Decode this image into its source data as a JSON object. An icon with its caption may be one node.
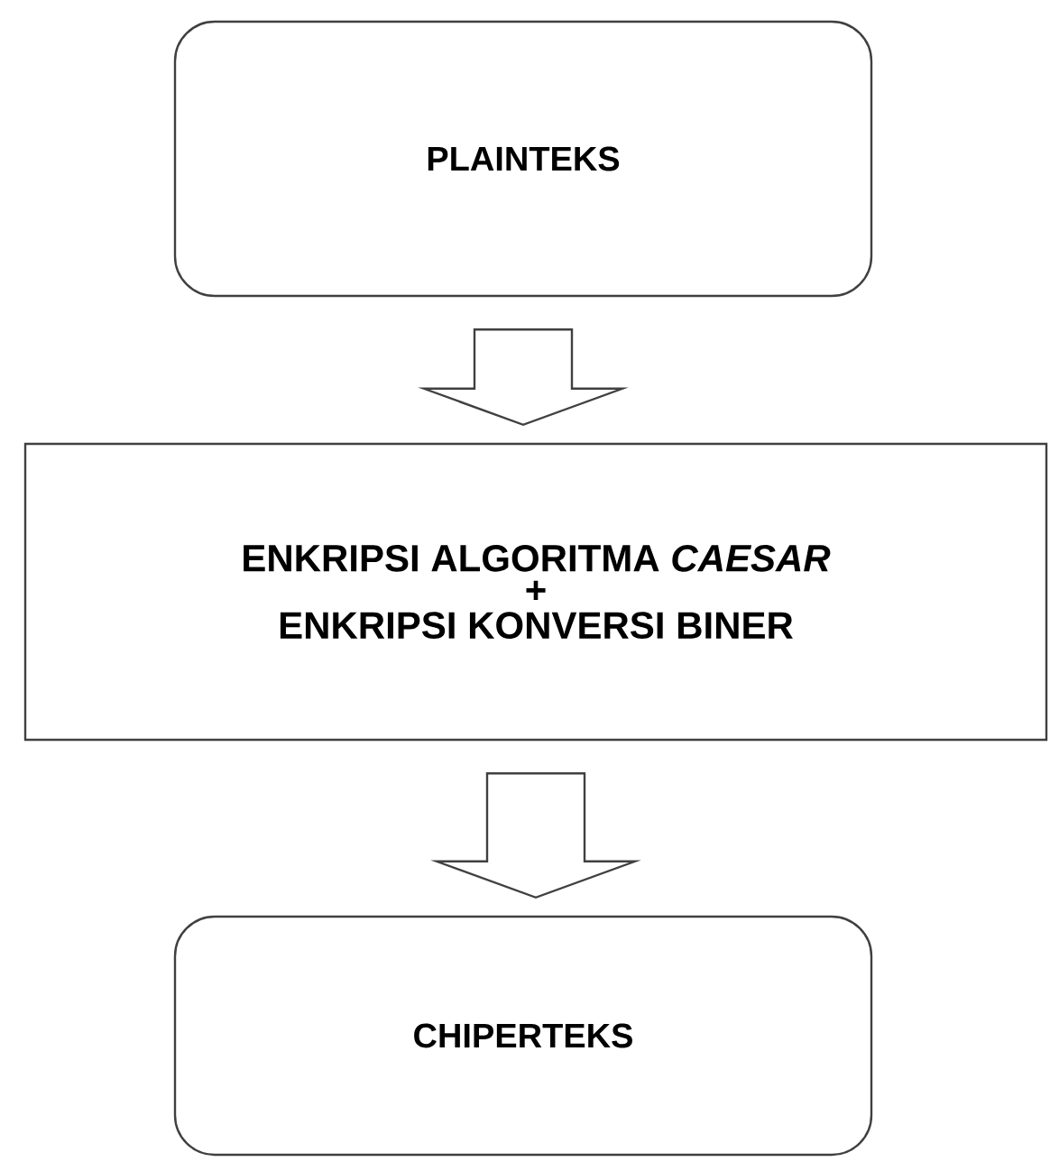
{
  "diagram": {
    "nodes": [
      {
        "text": [
          "PLAINTEKS"
        ]
      },
      {
        "text": [
          "ENKRIPSI ALGORITMA *CAESAR*",
          "+",
          "ENKRIPSI KONVERSI BINER"
        ]
      },
      {
        "text": [
          "CHIPERTEKS"
        ]
      }
    ],
    "edges": [
      {
        "from": 0,
        "to": 1,
        "arrow": "to"
      },
      {
        "from": 1,
        "to": 2,
        "arrow": "to"
      }
    ]
  }
}
